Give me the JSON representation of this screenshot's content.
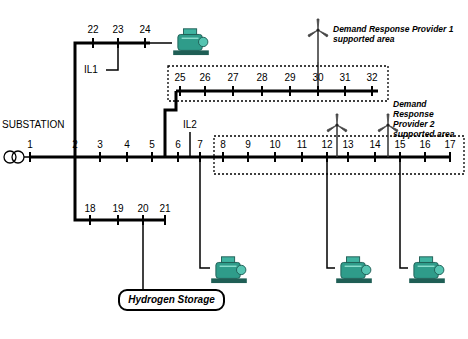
{
  "diagram": {
    "nodes": [
      {
        "text": [
          "Hydrogen Storage"
        ]
      }
    ],
    "labels": [
      "SUBSTATION",
      "1",
      "2",
      "3",
      "4",
      "5",
      "6",
      "7",
      "8",
      "9",
      "10",
      "11",
      "12",
      "13",
      "14",
      "15",
      "16",
      "17",
      "22",
      "23",
      "24",
      "IL1",
      "25",
      "26",
      "27",
      "28",
      "29",
      "30",
      "31",
      "32",
      "Demand Response Provider 1 supported area",
      "IL2",
      "Demand Response Provider 2 supported area",
      "18",
      "19",
      "20",
      "21"
    ]
  }
}
